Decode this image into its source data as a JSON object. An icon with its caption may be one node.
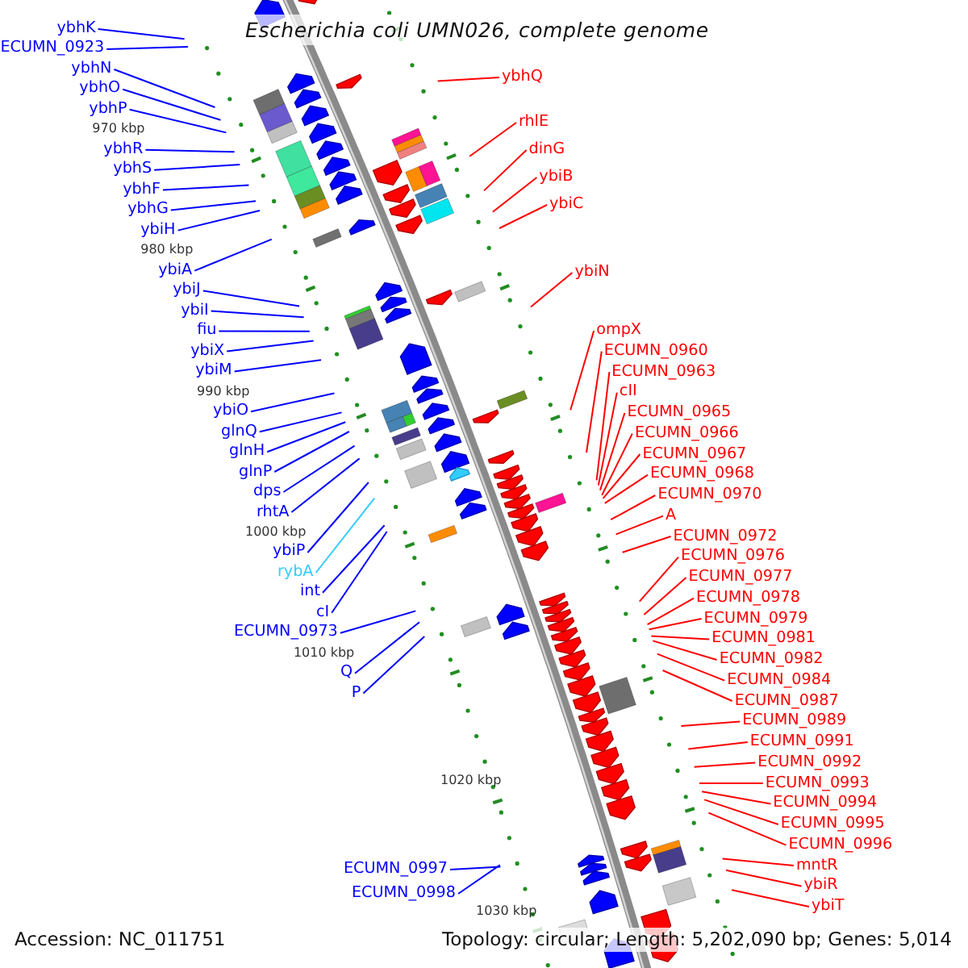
{
  "diagram": {
    "title": "Escherichia coli UMN026, complete genome",
    "nodes": [
      {
        "text": [
          "ybhK"
        ]
      },
      {
        "text": [
          "ECUMN_0923"
        ]
      },
      {
        "text": [
          "ybhN"
        ]
      },
      {
        "text": [
          "ybhO"
        ]
      },
      {
        "text": [
          "ybhP"
        ]
      },
      {
        "text": [
          "ybhR"
        ]
      },
      {
        "text": [
          "ybhS"
        ]
      },
      {
        "text": [
          "ybhF"
        ]
      },
      {
        "text": [
          "ybhG"
        ]
      },
      {
        "text": [
          "ybiH"
        ]
      },
      {
        "text": [
          "ybiA"
        ]
      },
      {
        "text": [
          "ybiJ"
        ]
      },
      {
        "text": [
          "ybiI"
        ]
      },
      {
        "text": [
          "fiu"
        ]
      },
      {
        "text": [
          "ybiX"
        ]
      },
      {
        "text": [
          "ybiM"
        ]
      },
      {
        "text": [
          "ybiO"
        ]
      },
      {
        "text": [
          "glnQ"
        ]
      },
      {
        "text": [
          "glnH"
        ]
      },
      {
        "text": [
          "glnP"
        ]
      },
      {
        "text": [
          "dps"
        ]
      },
      {
        "text": [
          "rhtA"
        ]
      },
      {
        "text": [
          "ybiP"
        ]
      },
      {
        "text": [
          "rybA"
        ]
      },
      {
        "text": [
          "int"
        ]
      },
      {
        "text": [
          "cI"
        ]
      },
      {
        "text": [
          "ECUMN_0973"
        ]
      },
      {
        "text": [
          "Q"
        ]
      },
      {
        "text": [
          "P"
        ]
      },
      {
        "text": [
          "ECUMN_0997"
        ]
      },
      {
        "text": [
          "ECUMN_0998"
        ]
      },
      {
        "text": [
          "ybhQ"
        ]
      },
      {
        "text": [
          "rhlE"
        ]
      },
      {
        "text": [
          "dinG"
        ]
      },
      {
        "text": [
          "ybiB"
        ]
      },
      {
        "text": [
          "ybiC"
        ]
      },
      {
        "text": [
          "ybiN"
        ]
      },
      {
        "text": [
          "ompX"
        ]
      },
      {
        "text": [
          "ECUMN_0960"
        ]
      },
      {
        "text": [
          "ECUMN_0963"
        ]
      },
      {
        "text": [
          "cII"
        ]
      },
      {
        "text": [
          "ECUMN_0965"
        ]
      },
      {
        "text": [
          "ECUMN_0966"
        ]
      },
      {
        "text": [
          "ECUMN_0967"
        ]
      },
      {
        "text": [
          "ECUMN_0968"
        ]
      },
      {
        "text": [
          "ECUMN_0970"
        ]
      },
      {
        "text": [
          "A"
        ]
      },
      {
        "text": [
          "ECUMN_0972"
        ]
      },
      {
        "text": [
          "ECUMN_0976"
        ]
      },
      {
        "text": [
          "ECUMN_0977"
        ]
      },
      {
        "text": [
          "ECUMN_0978"
        ]
      },
      {
        "text": [
          "ECUMN_0979"
        ]
      },
      {
        "text": [
          "ECUMN_0981"
        ]
      },
      {
        "text": [
          "ECUMN_0982"
        ]
      },
      {
        "text": [
          "ECUMN_0984"
        ]
      },
      {
        "text": [
          "ECUMN_0987"
        ]
      },
      {
        "text": [
          "ECUMN_0989"
        ]
      },
      {
        "text": [
          "ECUMN_0991"
        ]
      },
      {
        "text": [
          "ECUMN_0992"
        ]
      },
      {
        "text": [
          "ECUMN_0993"
        ]
      },
      {
        "text": [
          "ECUMN_0994"
        ]
      },
      {
        "text": [
          "ECUMN_0995"
        ]
      },
      {
        "text": [
          "ECUMN_0996"
        ]
      },
      {
        "text": [
          "mntR"
        ]
      },
      {
        "text": [
          "ybiR"
        ]
      },
      {
        "text": [
          "ybiT"
        ]
      }
    ],
    "edges": [
      {
        "from": 0,
        "to": null,
        "arrow": "none",
        "color": "#0000ff"
      },
      {
        "from": 1,
        "to": null,
        "arrow": "none",
        "color": "#0000ff"
      },
      {
        "from": 2,
        "to": null,
        "arrow": "none",
        "color": "#0000ff"
      },
      {
        "from": 3,
        "to": null,
        "arrow": "none",
        "color": "#0000ff"
      },
      {
        "from": 4,
        "to": null,
        "arrow": "none",
        "color": "#0000ff"
      },
      {
        "from": 5,
        "to": null,
        "arrow": "none",
        "color": "#0000ff"
      },
      {
        "from": 6,
        "to": null,
        "arrow": "none",
        "color": "#0000ff"
      },
      {
        "from": 7,
        "to": null,
        "arrow": "none",
        "color": "#0000ff"
      },
      {
        "from": 8,
        "to": null,
        "arrow": "none",
        "color": "#0000ff"
      },
      {
        "from": 9,
        "to": null,
        "arrow": "none",
        "color": "#0000ff"
      },
      {
        "from": 10,
        "to": null,
        "arrow": "none",
        "color": "#0000ff"
      },
      {
        "from": 11,
        "to": null,
        "arrow": "none",
        "color": "#0000ff"
      },
      {
        "from": 12,
        "to": null,
        "arrow": "none",
        "color": "#0000ff"
      },
      {
        "from": 13,
        "to": null,
        "arrow": "none",
        "color": "#0000ff"
      },
      {
        "from": 14,
        "to": null,
        "arrow": "none",
        "color": "#0000ff"
      },
      {
        "from": 15,
        "to": null,
        "arrow": "none",
        "color": "#0000ff"
      },
      {
        "from": 16,
        "to": null,
        "arrow": "none",
        "color": "#0000ff"
      },
      {
        "from": 17,
        "to": null,
        "arrow": "none",
        "color": "#0000ff"
      },
      {
        "from": 18,
        "to": null,
        "arrow": "none",
        "color": "#0000ff"
      },
      {
        "from": 19,
        "to": null,
        "arrow": "none",
        "color": "#0000ff"
      },
      {
        "from": 20,
        "to": null,
        "arrow": "none",
        "color": "#0000ff"
      },
      {
        "from": 21,
        "to": null,
        "arrow": "none",
        "color": "#0000ff"
      },
      {
        "from": 22,
        "to": null,
        "arrow": "none",
        "color": "#0000ff"
      },
      {
        "from": 23,
        "to": null,
        "arrow": "none",
        "color": "#33ccff"
      },
      {
        "from": 24,
        "to": null,
        "arrow": "none",
        "color": "#0000ff"
      },
      {
        "from": 25,
        "to": null,
        "arrow": "none",
        "color": "#0000ff"
      },
      {
        "from": 26,
        "to": null,
        "arrow": "none",
        "color": "#0000ff"
      },
      {
        "from": 27,
        "to": null,
        "arrow": "none",
        "color": "#0000ff"
      },
      {
        "from": 28,
        "to": null,
        "arrow": "none",
        "color": "#0000ff"
      },
      {
        "from": 29,
        "to": null,
        "arrow": "none",
        "color": "#0000ff"
      },
      {
        "from": 30,
        "to": null,
        "arrow": "none",
        "color": "#0000ff"
      },
      {
        "from": 31,
        "to": null,
        "arrow": "none"
      },
      {
        "from": 32,
        "to": null,
        "arrow": "none"
      },
      {
        "from": 33,
        "to": null,
        "arrow": "none"
      },
      {
        "from": 34,
        "to": null,
        "arrow": "none"
      },
      {
        "from": 35,
        "to": null,
        "arrow": "none"
      },
      {
        "from": 36,
        "to": null,
        "arrow": "none"
      },
      {
        "from": 37,
        "to": null,
        "arrow": "none"
      },
      {
        "from": 38,
        "to": null,
        "arrow": "none"
      },
      {
        "from": 39,
        "to": null,
        "arrow": "none"
      },
      {
        "from": 40,
        "to": null,
        "arrow": "none"
      },
      {
        "from": 41,
        "to": null,
        "arrow": "none"
      },
      {
        "from": 42,
        "to": null,
        "arrow": "none"
      },
      {
        "from": 43,
        "to": null,
        "arrow": "none"
      },
      {
        "from": 44,
        "to": null,
        "arrow": "none"
      },
      {
        "from": 45,
        "to": null,
        "arrow": "none"
      },
      {
        "from": 46,
        "to": null,
        "arrow": "none"
      },
      {
        "from": 47,
        "to": null,
        "arrow": "none"
      },
      {
        "from": 48,
        "to": null,
        "arrow": "none"
      },
      {
        "from": 49,
        "to": null,
        "arrow": "none"
      },
      {
        "from": 50,
        "to": null,
        "arrow": "none"
      },
      {
        "from": 51,
        "to": null,
        "arrow": "none"
      },
      {
        "from": 52,
        "to": null,
        "arrow": "none"
      },
      {
        "from": 53,
        "to": null,
        "arrow": "none"
      },
      {
        "from": 54,
        "to": null,
        "arrow": "none"
      },
      {
        "from": 55,
        "to": null,
        "arrow": "none"
      },
      {
        "from": 56,
        "to": null,
        "arrow": "none"
      },
      {
        "from": 57,
        "to": null,
        "arrow": "none"
      },
      {
        "from": 58,
        "to": null,
        "arrow": "none"
      },
      {
        "from": 59,
        "to": null,
        "arrow": "none"
      },
      {
        "from": 60,
        "to": null,
        "arrow": "none"
      },
      {
        "from": 61,
        "to": null,
        "arrow": "none"
      },
      {
        "from": 62,
        "to": null,
        "arrow": "none"
      },
      {
        "from": 63,
        "to": null,
        "arrow": "none"
      },
      {
        "from": 64,
        "to": null,
        "arrow": "none"
      },
      {
        "from": 65,
        "to": null,
        "arrow": "none"
      }
    ],
    "labels": [
      "970 kbp",
      "980 kbp",
      "990 kbp",
      "1000 kbp",
      "1010 kbp",
      "1020 kbp",
      "1030 kbp",
      "Accession: NC_011751",
      "Topology: circular; Length: 5,202,090 bp; Genes: 5,014"
    ]
  }
}
